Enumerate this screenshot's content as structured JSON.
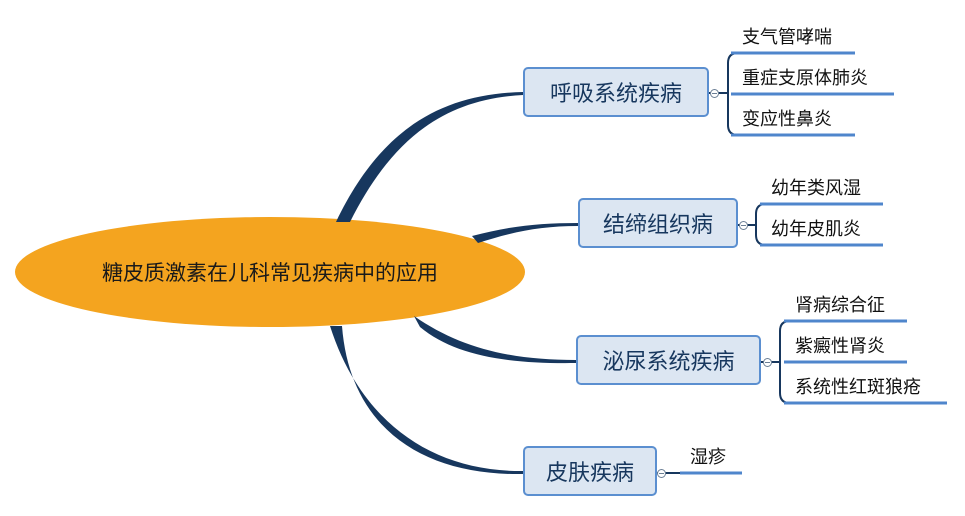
{
  "colors": {
    "central_fill": "#f4a41f",
    "branch_fill": "#dce6f2",
    "branch_border": "#5b8fd0",
    "connector": "#17375e",
    "leaf_line": "#4f86cc"
  },
  "central": {
    "label": "糖皮质激素在儿科常见疾病中的应用"
  },
  "branches": [
    {
      "label": "呼吸系统疾病",
      "leaves": [
        "支气管哮喘",
        "重症支原体肺炎",
        "变应性鼻炎"
      ]
    },
    {
      "label": "结缔组织病",
      "leaves": [
        "幼年类风湿",
        "幼年皮肌炎"
      ]
    },
    {
      "label": "泌尿系统疾病",
      "leaves": [
        "肾病综合征",
        "紫癜性肾炎",
        "系统性红斑狼疮"
      ]
    },
    {
      "label": "皮肤疾病",
      "leaves": [
        "湿疹"
      ]
    }
  ]
}
